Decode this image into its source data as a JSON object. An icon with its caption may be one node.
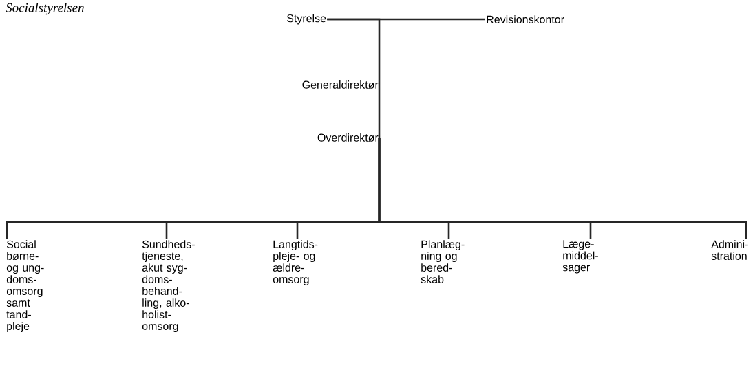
{
  "diagram": {
    "title": "Socialstyrelsen",
    "nodes": [
      {
        "text": [
          "Styrelse"
        ]
      },
      {
        "text": [
          "Revisionskontor"
        ]
      },
      {
        "text": [
          "Generaldirektør"
        ]
      },
      {
        "text": [
          "Overdirektør"
        ]
      },
      {
        "text": [
          "Social børne- og ung- doms- omsorg samt tand- pleje"
        ]
      },
      {
        "text": [
          "Sundheds- tjeneste, akut syg- doms- behand- ling, alko- holist- omsorg"
        ]
      },
      {
        "text": [
          "Langtids- pleje- og ældre- omsorg"
        ]
      },
      {
        "text": [
          "Planlæg- ning og bered- skab"
        ]
      },
      {
        "text": [
          "Læge- middel- sager"
        ]
      },
      {
        "text": [
          "Admini- stration"
        ]
      }
    ],
    "edges": [
      {
        "from": 0,
        "to": 1,
        "arrow": "none"
      },
      {
        "from": 0,
        "to": 2,
        "arrow": "none"
      },
      {
        "from": 2,
        "to": 3,
        "arrow": "none"
      },
      {
        "from": 3,
        "to": 4,
        "arrow": "none"
      },
      {
        "from": 3,
        "to": 5,
        "arrow": "none"
      },
      {
        "from": 3,
        "to": 6,
        "arrow": "none"
      },
      {
        "from": 3,
        "to": 7,
        "arrow": "none"
      },
      {
        "from": 3,
        "to": 8,
        "arrow": "none"
      },
      {
        "from": 3,
        "to": 9,
        "arrow": "none"
      }
    ]
  }
}
